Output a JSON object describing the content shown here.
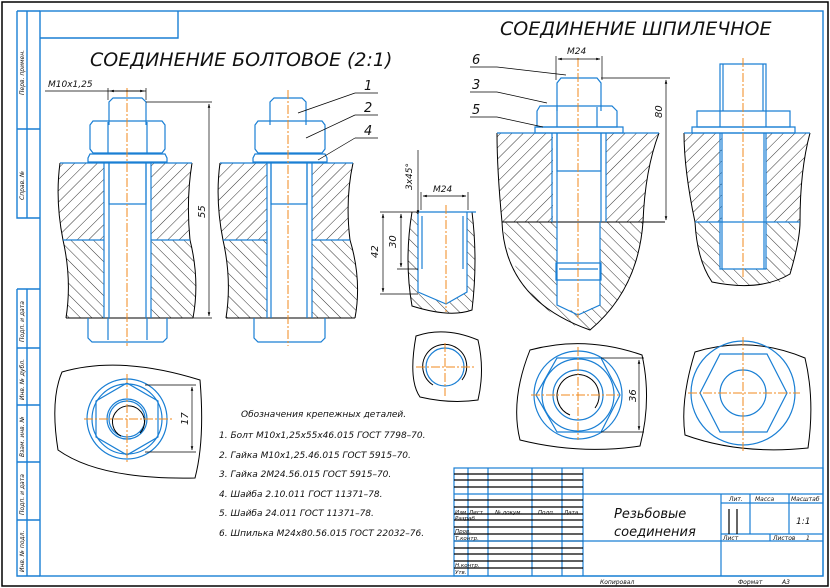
{
  "titles": {
    "bolt_connection": "СОЕДИНЕНИЕ БОЛТОВОЕ (2:1)",
    "stud_connection": "СОЕДИНЕНИЕ ШПИЛЕЧНОЕ"
  },
  "dimensions": {
    "bolt_thread": "M10x1,25",
    "bolt_length": "55",
    "bolt_nut_size": "17",
    "hole_depth": "42",
    "thread_depth": "30",
    "chamfer": "3x45°",
    "hole_thread": "M24",
    "stud_thread": "M24",
    "stud_height": "80",
    "stud_nut_size": "36"
  },
  "callouts": [
    "1",
    "2",
    "4",
    "6",
    "3",
    "5"
  ],
  "legend": {
    "heading": "Обозначения крепежных деталей.",
    "items": [
      "1. Болт M10x1,25x55x46.015 ГОСТ 7798–70.",
      "2. Гайка M10x1,25.46.015 ГОСТ 5915–70.",
      "3. Гайка 2M24.56.015 ГОСТ 5915–70.",
      "4. Шайба 2.10.011 ГОСТ 11371–78.",
      "5. Шайба 24.011 ГОСТ 11371–78.",
      "6. Шпилька M24x80.56.015 ГОСТ 22032–76."
    ]
  },
  "side_stamp": {
    "top": [
      "Перв. примен.",
      "Справ. №"
    ],
    "bottom": [
      "Подп. и дата",
      "Инв. № дубл.",
      "Взам. инв. №",
      "Подп. и дата",
      "Инв. № подл."
    ]
  },
  "title_block": {
    "headers": [
      "Изм.",
      "Лист",
      "№ докум.",
      "Подп.",
      "Дата"
    ],
    "roles": [
      "Разраб.",
      "Пров.",
      "Т.контр.",
      "",
      "Н.контр.",
      "Утв."
    ],
    "document_title": [
      "Резьбовые",
      "соединения"
    ],
    "lit_label": "Лит.",
    "mass_label": "Масса",
    "scale_label": "Масштаб",
    "scale_value": "1:1",
    "sheet_label": "Лист",
    "sheets_label": "Листов",
    "sheets_value": "1",
    "copied_label": "Копировал",
    "format_label": "Формат",
    "format_value": "А3"
  },
  "colors": {
    "outline": "#1a7fd4",
    "axis": "#f08a1c",
    "line": "#000000"
  }
}
